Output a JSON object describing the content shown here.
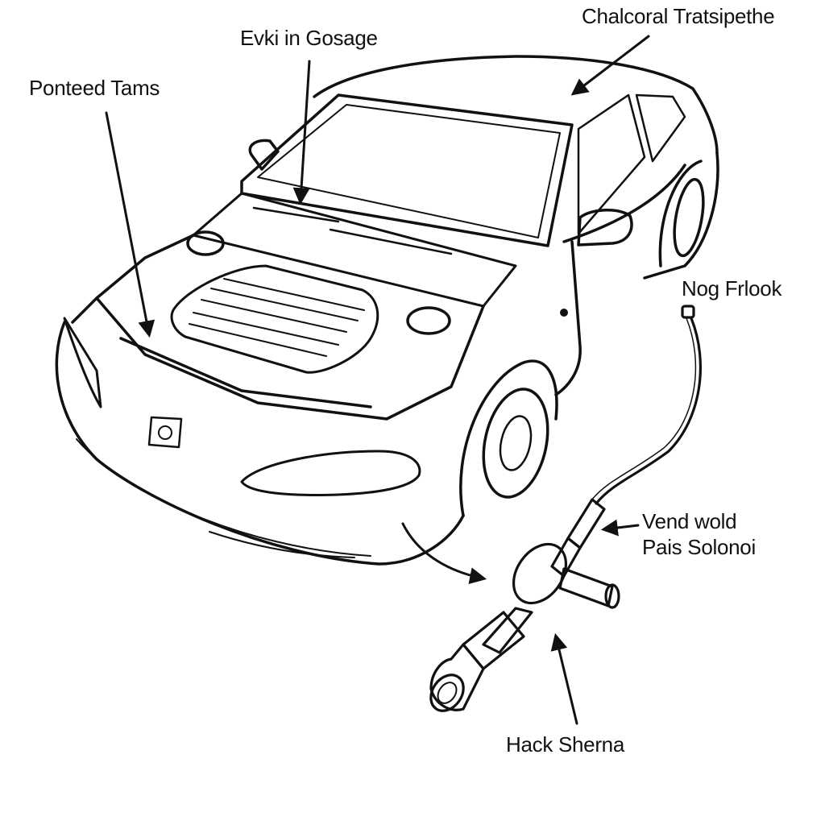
{
  "labels": {
    "top_right": "Chalcoral Tratsipethe",
    "top_center": "Evki in Gosage",
    "left": "Ponteed Tams",
    "hose": "Nog Frlook",
    "solenoid_line1": "Vend wold",
    "solenoid_line2": "Pais Solonoi",
    "bottom": "Hack Sherna"
  },
  "colors": {
    "line": "#111111",
    "background": "#ffffff"
  }
}
